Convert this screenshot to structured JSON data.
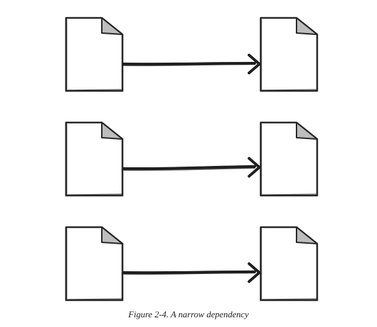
{
  "caption": "Figure 2-4. A narrow dependency",
  "colors": {
    "page_stroke": "#262626",
    "page_fill": "#ffffff",
    "fold_fill": "#bdbdbd",
    "arrow_stroke": "#1f1f1f"
  },
  "icons": {
    "source_page": "document-icon",
    "target_page": "document-icon",
    "arrow": "arrow-right-icon"
  },
  "dependencies": [
    {
      "from": "parent-partition-1",
      "to": "child-partition-1"
    },
    {
      "from": "parent-partition-2",
      "to": "child-partition-2"
    },
    {
      "from": "parent-partition-3",
      "to": "child-partition-3"
    }
  ]
}
